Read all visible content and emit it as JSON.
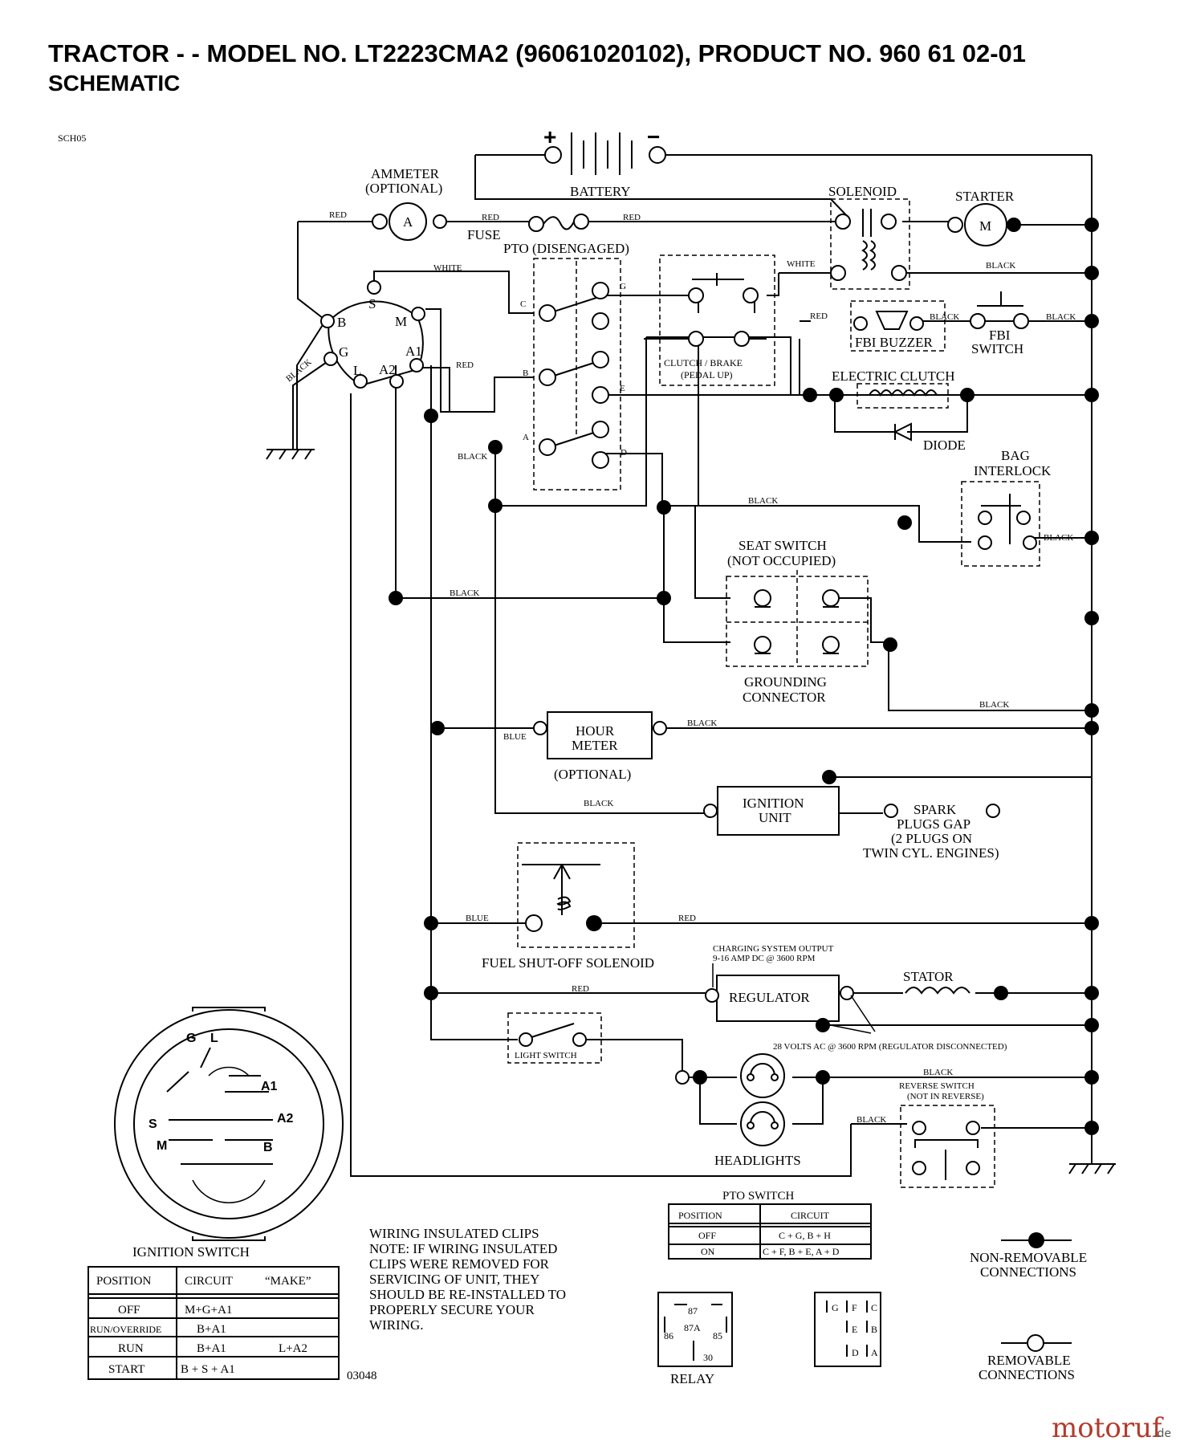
{
  "header": {
    "title": "TRACTOR - - MODEL NO. LT2223CMA2 (96061020102), PRODUCT NO. 960 61 02-01",
    "subtitle": "SCHEMATIC",
    "code": "SCH05"
  },
  "components": {
    "battery": "BATTERY",
    "battery_plus": "+",
    "battery_minus": "−",
    "ammeter_1": "AMMETER",
    "ammeter_2": "(OPTIONAL)",
    "ammeter_letter": "A",
    "fuse": "FUSE",
    "solenoid": "SOLENOID",
    "starter": "STARTER",
    "starter_letter": "M",
    "pto": "PTO (DISENGAGED)",
    "clutch_brake_1": "CLUTCH / BRAKE",
    "clutch_brake_2": "(PEDAL UP)",
    "fbi_buzzer": "FBI BUZZER",
    "fbi_switch_1": "FBI",
    "fbi_switch_2": "SWITCH",
    "electric_clutch": "ELECTRIC CLUTCH",
    "diode": "DIODE",
    "bag_interlock_1": "BAG",
    "bag_interlock_2": "INTERLOCK",
    "seat_switch_1": "SEAT SWITCH",
    "seat_switch_2": "(NOT OCCUPIED)",
    "grounding_1": "GROUNDING",
    "grounding_2": "CONNECTOR",
    "hour_meter_1": "HOUR",
    "hour_meter_2": "METER",
    "hour_meter_opt": "(OPTIONAL)",
    "ignition_unit_1": "IGNITION",
    "ignition_unit_2": "UNIT",
    "spark_1": "SPARK",
    "spark_2": "PLUGS GAP",
    "spark_3": "(2 PLUGS ON",
    "spark_4": "TWIN CYL. ENGINES)",
    "fuel_solenoid": "FUEL SHUT-OFF SOLENOID",
    "charging_1": "CHARGING SYSTEM OUTPUT",
    "charging_2": "9-16 AMP DC @ 3600 RPM",
    "regulator": "REGULATOR",
    "stator": "STATOR",
    "volts_note": "28 VOLTS AC @ 3600 RPM (REGULATOR DISCONNECTED)",
    "light_switch": "LIGHT SWITCH",
    "headlights": "HEADLIGHTS",
    "reverse_1": "REVERSE SWITCH",
    "reverse_2": "(NOT IN REVERSE)"
  },
  "terminals": {
    "S": "S",
    "B": "B",
    "M": "M",
    "G": "G",
    "L": "L",
    "A1": "A1",
    "A2": "A2",
    "pto_C": "C",
    "pto_G": "G",
    "pto_B": "B",
    "pto_E": "E",
    "pto_A": "A",
    "pto_D": "D"
  },
  "wires": {
    "red": "RED",
    "white": "WHITE",
    "black": "BLACK",
    "blue": "BLUE"
  },
  "ignition_switch": {
    "title": "IGNITION SWITCH",
    "face_labels": [
      "G",
      "L",
      "A1",
      "A2",
      "S",
      "M",
      "B"
    ],
    "headers": [
      "POSITION",
      "CIRCUIT",
      "“MAKE”"
    ],
    "rows": [
      [
        "OFF",
        "M+G+A1",
        ""
      ],
      [
        "RUN/OVERRIDE",
        "B+A1",
        ""
      ],
      [
        "RUN",
        "B+A1",
        "L+A2"
      ],
      [
        "START",
        "B + S + A1",
        ""
      ]
    ],
    "code": "03048"
  },
  "note": {
    "lines": [
      "WIRING INSULATED CLIPS",
      "NOTE: IF WIRING INSULATED",
      "CLIPS WERE REMOVED FOR",
      "SERVICING OF UNIT, THEY",
      "SHOULD BE RE-INSTALLED TO",
      "PROPERLY SECURE YOUR",
      "WIRING."
    ]
  },
  "pto_switch": {
    "title": "PTO SWITCH",
    "headers": [
      "POSITION",
      "CIRCUIT"
    ],
    "rows": [
      [
        "OFF",
        "C + G, B + H"
      ],
      [
        "ON",
        "C + F, B + E, A + D"
      ]
    ]
  },
  "relay": {
    "title": "RELAY",
    "pins": [
      "87",
      "87A",
      "86",
      "85",
      "30"
    ]
  },
  "pto_pins": [
    "G",
    "F",
    "C",
    "E",
    "B",
    "D",
    "A"
  ],
  "legend": {
    "nonremovable_1": "NON-REMOVABLE",
    "nonremovable_2": "CONNECTIONS",
    "removable_1": "REMOVABLE",
    "removable_2": "CONNECTIONS"
  },
  "watermark": {
    "brand": "motoruf",
    "tld": ".de"
  }
}
